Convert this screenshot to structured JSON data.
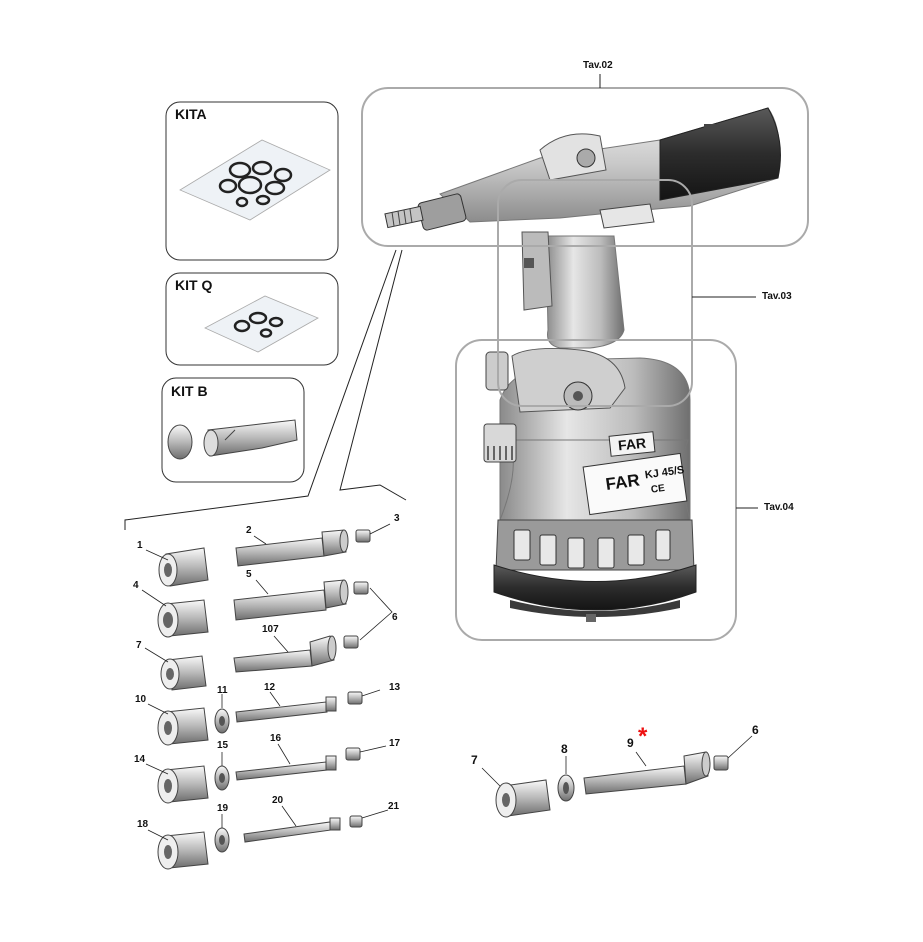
{
  "kits": {
    "a": {
      "title": "KITA"
    },
    "q": {
      "title": "KIT Q"
    },
    "b": {
      "title": "KIT B"
    }
  },
  "callouts": {
    "tav02": "Tav.02",
    "tav03": "Tav.03",
    "tav04": "Tav.04"
  },
  "tool_marking": {
    "brand": "FAR",
    "model": "KJ 45/S",
    "ce": "CE"
  },
  "parts_left": {
    "n1": "1",
    "n2": "2",
    "n3": "3",
    "n4": "4",
    "n5": "5",
    "n6": "6",
    "n7": "7",
    "n10": "10",
    "n11": "11",
    "n12": "12",
    "n13": "13",
    "n14": "14",
    "n15": "15",
    "n16": "16",
    "n17": "17",
    "n18": "18",
    "n19": "19",
    "n20": "20",
    "n21": "21",
    "n107": "107"
  },
  "parts_right": {
    "n7": "7",
    "n8": "8",
    "n9": "9",
    "n6": "6",
    "marker": "*"
  },
  "colors": {
    "star": "#ee1111",
    "outline": "#999999",
    "body_fill": "#d4d4d4",
    "dark_band": "#555555"
  }
}
